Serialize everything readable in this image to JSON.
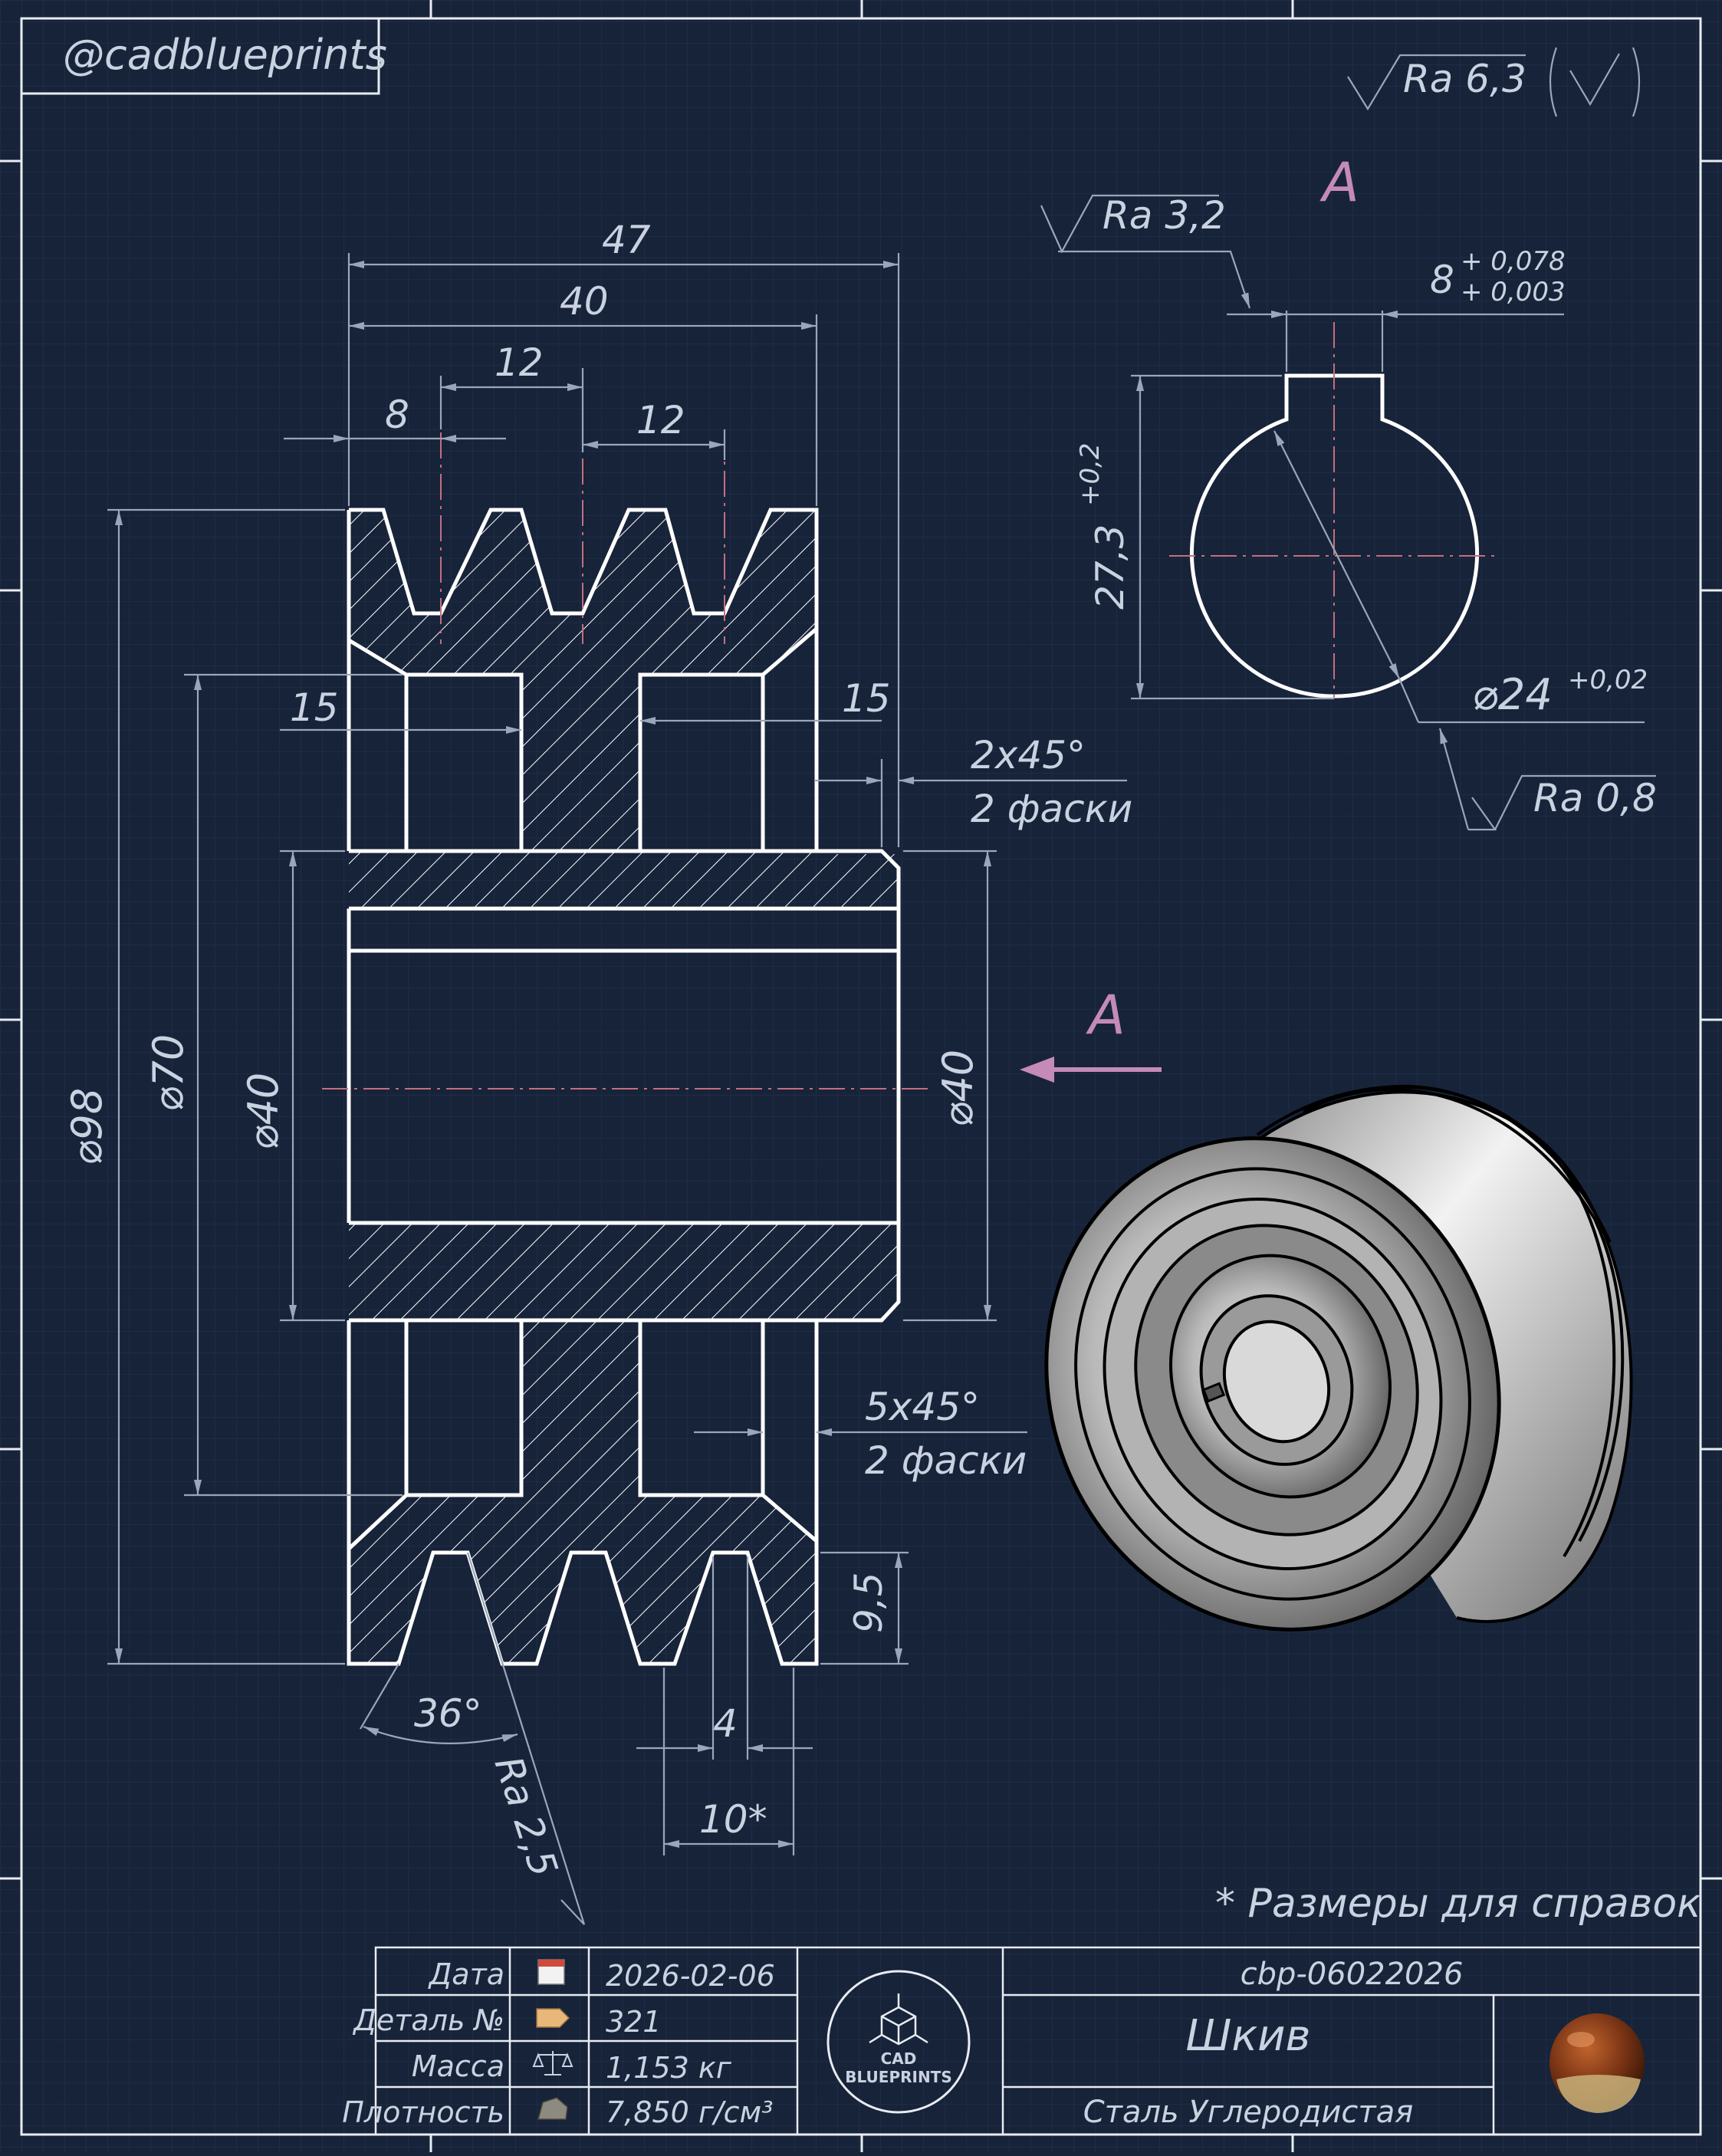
{
  "watermark": "@cadblueprints",
  "roughness": {
    "general": "Ra 6,3",
    "keyway": "Ra 3,2",
    "bore": "Ra 0,8",
    "groove": "Ra 2,5"
  },
  "section_letter": "A",
  "dims": {
    "overall_width": "47",
    "rim_width": "40",
    "groove_pitch1": "12",
    "groove_pitch2": "12",
    "groove_offset": "8",
    "recess_left": "15",
    "recess_right": "15",
    "chamfer_small": "2x45°",
    "chamfer_small_note": "2 фаски",
    "chamfer_large": "5x45°",
    "chamfer_large_note": "2 фаски",
    "d_outer": "⌀98",
    "d_recess": "⌀70",
    "d_hub_left": "⌀40",
    "d_hub_right": "⌀40",
    "groove_depth": "9,5",
    "groove_bottom": "4",
    "groove_top": "10*",
    "groove_angle": "36°",
    "key_width": "8",
    "key_tol_upper": "+ 0,078",
    "key_tol_lower": "+ 0,003",
    "key_depth": "27,3",
    "key_depth_tol": "+0,2",
    "bore_d": "⌀24",
    "bore_tol": "+0,02"
  },
  "reference_note": "* Размеры для справок",
  "title_block": {
    "rows": [
      {
        "label": "Дата",
        "icon": "calendar-icon",
        "value": "2026-02-06"
      },
      {
        "label": "Деталь №",
        "icon": "tag-icon",
        "value": "321"
      },
      {
        "label": "Масса",
        "icon": "scales-icon",
        "value": "1,153 кг"
      },
      {
        "label": "Плотность",
        "icon": "rock-icon",
        "value": "7,850 г/см³"
      }
    ],
    "logo_line1": "CAD",
    "logo_line2": "BLUEPRINTS",
    "code": "cbp-06022026",
    "part_name": "Шкив",
    "material": "Сталь Углеродистая"
  },
  "colors": {
    "background": "#172339",
    "line": "#ffffff",
    "dimension": "#9aa6ba",
    "axis": "#c46f7f",
    "section_marker": "#c48ab8"
  }
}
